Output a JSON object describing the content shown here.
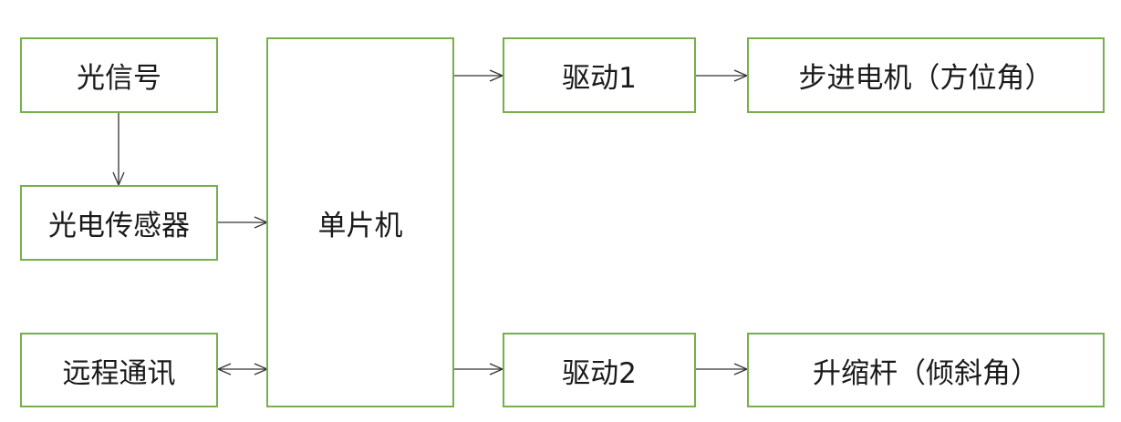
{
  "nodes": {
    "light_signal": "光信号",
    "photo_sensor": "光电传感器",
    "remote_comm": "远程通讯",
    "mcu": "单片机",
    "driver1": "驱动1",
    "driver2": "驱动2",
    "stepper_motor": "步进电机（方位角）",
    "actuator": "升缩杆（倾斜角）"
  },
  "colors": {
    "box_border": "#77b04a",
    "arrow": "#333333",
    "text": "#1a1a1a"
  },
  "edges": [
    {
      "from": "light_signal",
      "to": "photo_sensor",
      "type": "single"
    },
    {
      "from": "photo_sensor",
      "to": "mcu",
      "type": "single"
    },
    {
      "from": "remote_comm",
      "to": "mcu",
      "type": "bidirectional"
    },
    {
      "from": "mcu",
      "to": "driver1",
      "type": "single"
    },
    {
      "from": "mcu",
      "to": "driver2",
      "type": "single"
    },
    {
      "from": "driver1",
      "to": "stepper_motor",
      "type": "single"
    },
    {
      "from": "driver2",
      "to": "actuator",
      "type": "single"
    }
  ]
}
